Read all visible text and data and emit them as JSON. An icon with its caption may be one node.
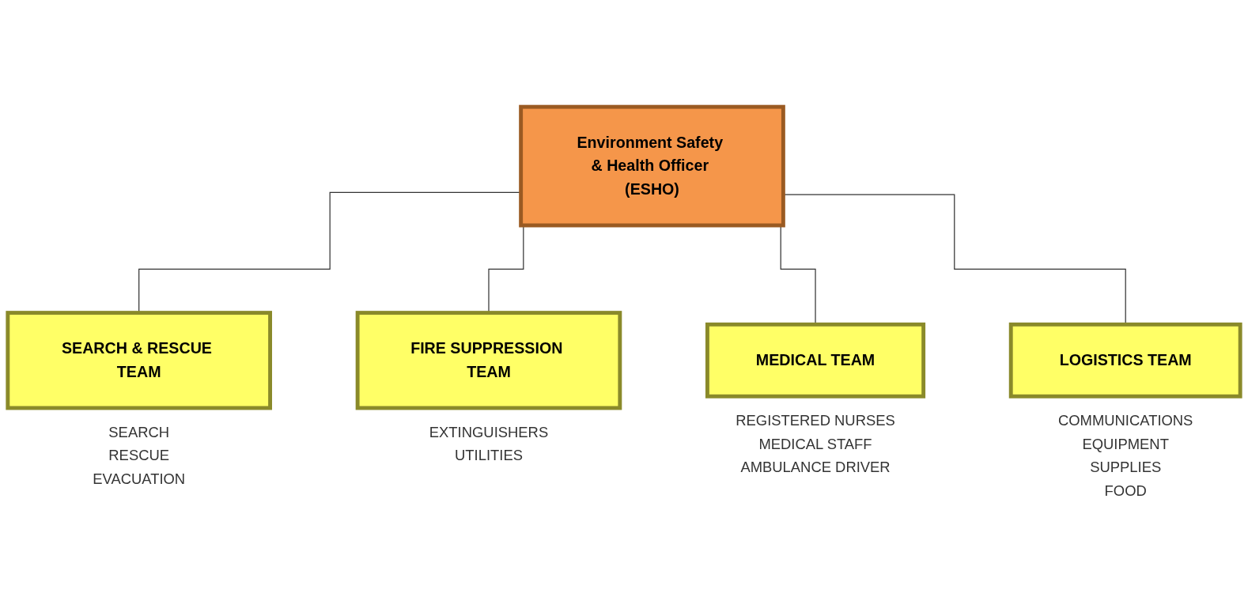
{
  "diagram": {
    "nodes": [
      {
        "text": [
          "Environment Safety & Health Officer (ESHO)"
        ]
      },
      {
        "text": [
          "SEARCH & RESCUE TEAM"
        ],
        "beside": [
          "SEARCH",
          "RESCUE",
          "EVACUATION"
        ]
      },
      {
        "text": [
          "FIRE SUPPRESSION TEAM"
        ],
        "beside": [
          "EXTINGUISHERS",
          "UTILITIES"
        ]
      },
      {
        "text": [
          "MEDICAL TEAM"
        ],
        "beside": [
          "REGISTERED NURSES",
          "MEDICAL STAFF",
          "AMBULANCE DRIVER"
        ]
      },
      {
        "text": [
          "LOGISTICS TEAM"
        ],
        "beside": [
          "COMMUNICATIONS",
          "EQUIPMENT",
          "SUPPLIES",
          "FOOD"
        ]
      }
    ],
    "edges": [
      {
        "from": 0,
        "to": 1,
        "arrow": "none"
      },
      {
        "from": 0,
        "to": 2,
        "arrow": "none"
      },
      {
        "from": 0,
        "to": 3,
        "arrow": "none"
      },
      {
        "from": 0,
        "to": 4,
        "arrow": "none"
      }
    ]
  }
}
